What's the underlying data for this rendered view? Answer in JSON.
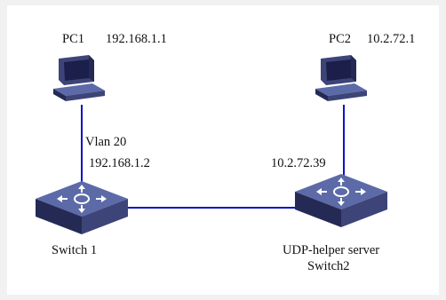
{
  "diagram": {
    "colors": {
      "link": "#0a14c8",
      "device_body": "#3d4478",
      "device_top": "#5c6aa8",
      "device_side": "#252a55",
      "monitor_screen": "#1b1f4a"
    },
    "nodes": {
      "pc1": {
        "icon": "pc-icon",
        "name": "PC1",
        "ip": "192.168.1.1"
      },
      "pc2": {
        "icon": "pc-icon",
        "name": "PC2",
        "ip": "10.2.72.1"
      },
      "switch1": {
        "icon": "switch-icon",
        "name": "Switch 1",
        "vlan": "Vlan 20",
        "ip": "192.168.1.2"
      },
      "switch2": {
        "icon": "switch-icon",
        "role": "UDP-helper server",
        "name": "Switch2",
        "ip": "10.2.72.39"
      }
    },
    "links": [
      {
        "from": "pc1",
        "to": "switch1"
      },
      {
        "from": "switch1",
        "to": "switch2"
      },
      {
        "from": "switch2",
        "to": "pc2"
      }
    ]
  }
}
